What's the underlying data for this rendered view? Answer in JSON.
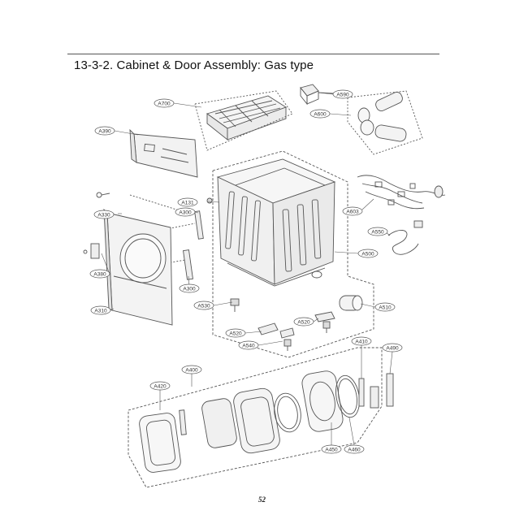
{
  "title": "13-3-2. Cabinet & Door Assembly: Gas type",
  "page_number": "52",
  "labels": {
    "a700": "A700",
    "a590": "A590",
    "a600": "A600",
    "a390": "A390",
    "a131": "A131",
    "a300_top": "A300",
    "a330": "A330",
    "a603": "A603",
    "a550": "A550",
    "a500": "A500",
    "a380": "A380",
    "a300_bottom": "A300",
    "a310": "A310",
    "a530": "A530",
    "a510": "A510",
    "a520_left": "A520",
    "a520_right": "A520",
    "a540": "A540",
    "a410": "A410",
    "a490": "A490",
    "a400": "A400",
    "a420": "A420",
    "a450": "A450",
    "a460": "A460"
  },
  "colors": {
    "line": "#555555",
    "fill": "#f2f2f2",
    "label_text": "#333333"
  }
}
